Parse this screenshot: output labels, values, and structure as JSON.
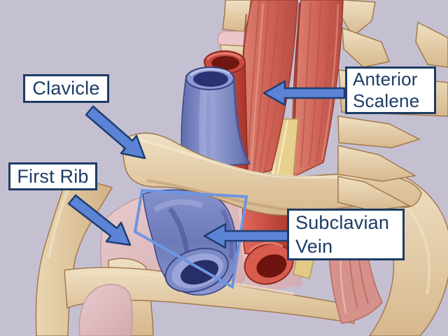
{
  "figure": {
    "kind": "labeled anatomical illustration",
    "region_shown": "Right shoulder / thoracic outlet with clavicle, first rib, scalene muscles and subclavian vessels"
  },
  "labels": {
    "clavicle": "Clavicle",
    "first_rib": "First Rib",
    "anterior_scalene": [
      "Anterior",
      "Scalene"
    ],
    "subclavian_vein": [
      "Subclavian",
      "Vein"
    ]
  },
  "annotations": {
    "arrow_count": 4,
    "highlight_shape": "quadrilateral outline around subclavian vein"
  },
  "colors": {
    "background": "#c5c0d1",
    "label_bg": "#ffffff",
    "label_border": "#1d3c66",
    "label_text": "#1d3c66",
    "arrow_fill": "#5c83d6",
    "arrow_outline": "#1f3f72",
    "highlight_outline": "#6d95e2",
    "bone": "#e5cda6",
    "bone_shadow": "#c8a376",
    "rib_surface_pink": "#ddbcbf",
    "muscle_red": "#d06356",
    "artery_red": "#c94a40",
    "artery_lumen": "#6e1410",
    "vein_blue": "#7d8ac6",
    "vein_lumen": "#2a3170",
    "nerve_yellow": "#e7cf8d"
  }
}
